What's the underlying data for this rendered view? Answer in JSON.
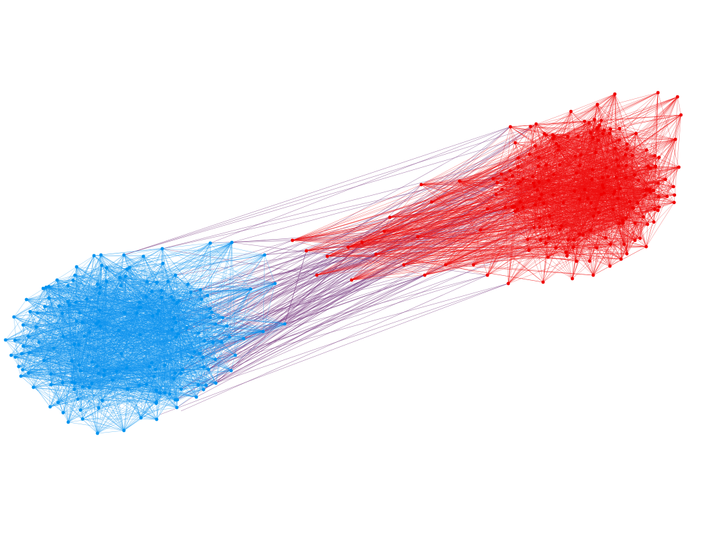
{
  "diagram": {
    "type": "network-graph",
    "background_color": "#ffffff",
    "clusters": [
      {
        "name": "blue-cluster",
        "color": "#0092ee",
        "edge_color": "#1296ee"
      },
      {
        "name": "red-cluster",
        "color": "#ee0000",
        "edge_color": "#ee1111"
      }
    ],
    "cross_edge_color": "#7a3c82",
    "labels_visible": false
  }
}
